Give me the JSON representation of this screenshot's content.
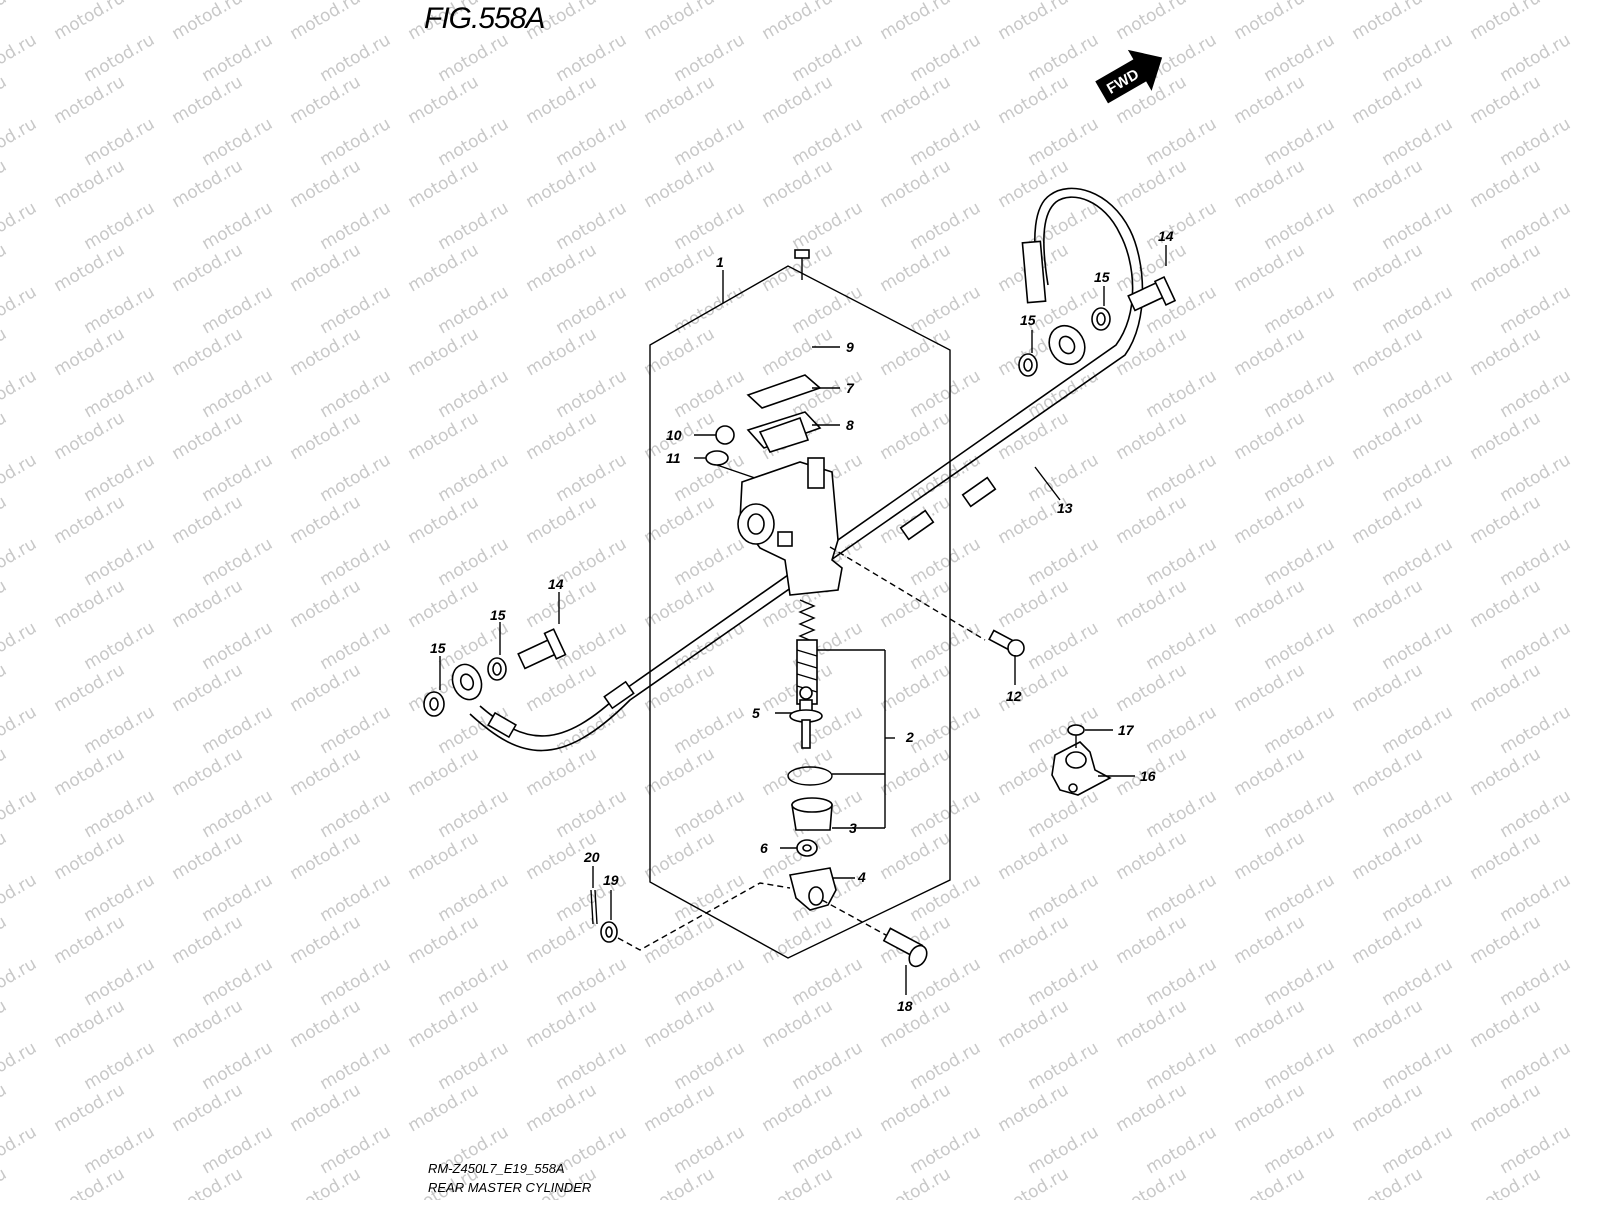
{
  "header": {
    "figure": "FIG.558A"
  },
  "badge": {
    "label": "FWD"
  },
  "footer": {
    "code": "RM-Z450L7_E19_558A",
    "name": "REAR MASTER CYLINDER"
  },
  "watermark": {
    "text": "motod.ru"
  },
  "callouts": [
    {
      "id": "c1",
      "label": "1"
    },
    {
      "id": "c2",
      "label": "2"
    },
    {
      "id": "c3",
      "label": "3"
    },
    {
      "id": "c4",
      "label": "4"
    },
    {
      "id": "c5",
      "label": "5"
    },
    {
      "id": "c6",
      "label": "6"
    },
    {
      "id": "c7",
      "label": "7"
    },
    {
      "id": "c8",
      "label": "8"
    },
    {
      "id": "c9",
      "label": "9"
    },
    {
      "id": "c10",
      "label": "10"
    },
    {
      "id": "c11",
      "label": "11"
    },
    {
      "id": "c12",
      "label": "12"
    },
    {
      "id": "c13",
      "label": "13"
    },
    {
      "id": "c14a",
      "label": "14"
    },
    {
      "id": "c14b",
      "label": "14"
    },
    {
      "id": "c15a",
      "label": "15"
    },
    {
      "id": "c15b",
      "label": "15"
    },
    {
      "id": "c15c",
      "label": "15"
    },
    {
      "id": "c15d",
      "label": "15"
    },
    {
      "id": "c16",
      "label": "16"
    },
    {
      "id": "c17",
      "label": "17"
    },
    {
      "id": "c18",
      "label": "18"
    },
    {
      "id": "c19",
      "label": "19"
    },
    {
      "id": "c20",
      "label": "20"
    }
  ]
}
